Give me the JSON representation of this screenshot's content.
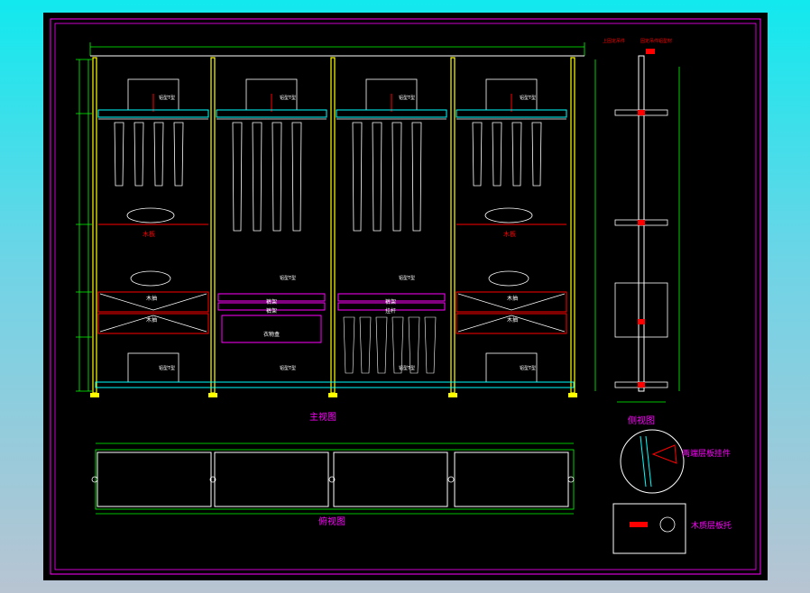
{
  "views": {
    "front": "主视图",
    "side": "侧视图",
    "plan": "俯视图"
  },
  "details": {
    "side_panel_fitting": "两端层板挂件",
    "shelf_bracket": "木质层板托"
  },
  "annotations": {
    "shelf_board": "木板",
    "drawer": "木抽",
    "trouser_rack": "裤架",
    "belt_tray": "衣物盒",
    "aluminum_t": "铝型T型",
    "hanging_rail": "挂杆"
  },
  "side_header": {
    "left": "上固定吊件",
    "right": "固定吊件铝型材"
  },
  "colors": {
    "background": "#000000",
    "frame": "#ff00ff",
    "dimension": "#00ff00",
    "post": "#ffff00",
    "rail": "#00ffff",
    "accent": "#ff0000",
    "line": "#ffffff"
  }
}
